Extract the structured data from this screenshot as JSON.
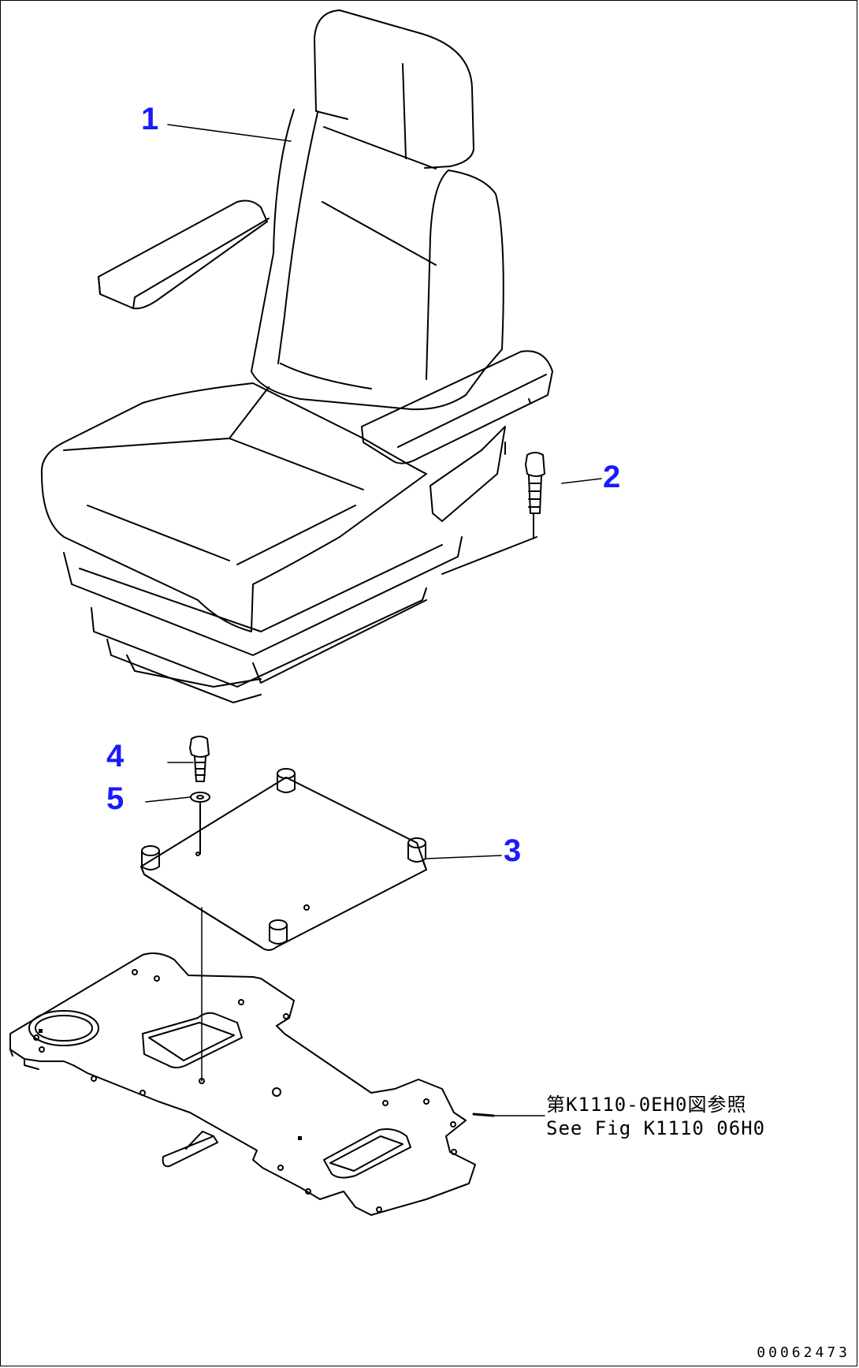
{
  "callouts": [
    {
      "id": "callout-1",
      "label": "1"
    },
    {
      "id": "callout-2",
      "label": "2"
    },
    {
      "id": "callout-3",
      "label": "3"
    },
    {
      "id": "callout-4",
      "label": "4"
    },
    {
      "id": "callout-5",
      "label": "5"
    }
  ],
  "reference": {
    "japanese": "第K1110-0EH0図参照",
    "english": "See Fig K1110 06H0"
  },
  "drawing_number": "00062473",
  "colors": {
    "callout": "#1a1aff",
    "line": "#000000"
  }
}
